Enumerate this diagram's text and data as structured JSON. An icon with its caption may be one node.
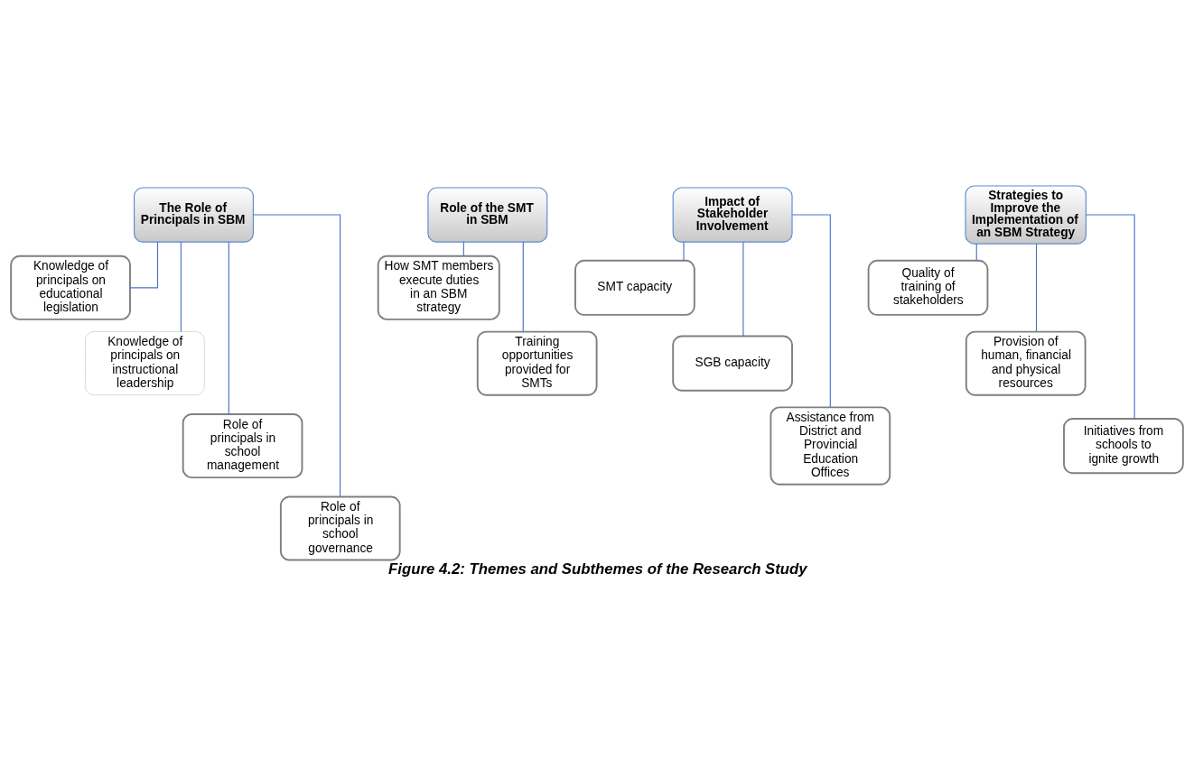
{
  "diagram": {
    "caption": "Figure 4.2: Themes and Subthemes of the Research Study",
    "nodes": [
      {
        "text": [
          "The Role of Principals in SBM"
        ]
      },
      {
        "text": [
          "Knowledge of principals on educational legislation"
        ]
      },
      {
        "text": [
          "Knowledge of principals on instructional leadership"
        ]
      },
      {
        "text": [
          "Role of principals in school management"
        ]
      },
      {
        "text": [
          "Role of principals in school governance"
        ]
      },
      {
        "text": [
          "Role of the SMT in SBM"
        ]
      },
      {
        "text": [
          "How SMT members execute duties in an SBM strategy"
        ]
      },
      {
        "text": [
          "Training opportunities provided for SMTs"
        ]
      },
      {
        "text": [
          "Impact of Stakeholder Involvement"
        ]
      },
      {
        "text": [
          "SMT capacity"
        ]
      },
      {
        "text": [
          "SGB capacity"
        ]
      },
      {
        "text": [
          "Assistance from District and Provincial Education Offices"
        ]
      },
      {
        "text": [
          "Strategies to Improve the Implementation of an SBM Strategy"
        ]
      },
      {
        "text": [
          "Quality of training of stakeholders"
        ]
      },
      {
        "text": [
          "Provision of human, financial and physical resources"
        ]
      },
      {
        "text": [
          "Initiatives from schools to ignite growth"
        ]
      }
    ],
    "edges": [
      {
        "from": 0,
        "to": 1,
        "arrow": "none"
      },
      {
        "from": 0,
        "to": 2,
        "arrow": "none"
      },
      {
        "from": 0,
        "to": 3,
        "arrow": "none"
      },
      {
        "from": 0,
        "to": 4,
        "arrow": "none"
      },
      {
        "from": 5,
        "to": 6,
        "arrow": "none"
      },
      {
        "from": 5,
        "to": 7,
        "arrow": "none"
      },
      {
        "from": 8,
        "to": 9,
        "arrow": "none"
      },
      {
        "from": 8,
        "to": 10,
        "arrow": "none"
      },
      {
        "from": 8,
        "to": 11,
        "arrow": "none"
      },
      {
        "from": 12,
        "to": 13,
        "arrow": "none"
      },
      {
        "from": 12,
        "to": 14,
        "arrow": "none"
      },
      {
        "from": 12,
        "to": 15,
        "arrow": "none"
      }
    ]
  }
}
